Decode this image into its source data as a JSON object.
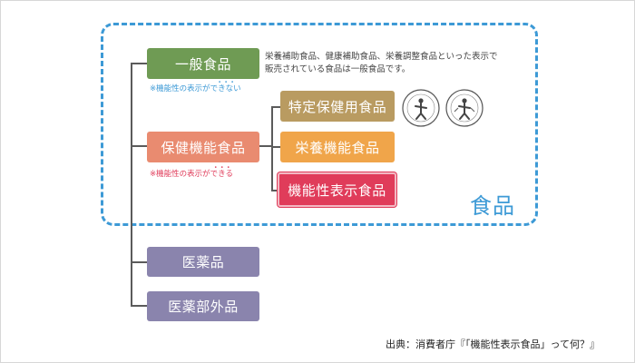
{
  "boxes": {
    "general": "一般食品",
    "health_function": "保健機能食品",
    "foshu": "特定保健用食品",
    "nutrient": "栄養機能食品",
    "function_claim": "機能性表示食品",
    "drug": "医薬品",
    "quasi_drug": "医薬部外品"
  },
  "notes": {
    "cannot_prefix": "※機能性の表示が",
    "cannot_dotted": "できない",
    "can_prefix": "※機能性の表示が",
    "can_dotted": "できる"
  },
  "description": "栄養補助食品、健康補助食品、栄養調整食品といった表示で販売されている食品は一般食品です。",
  "food_label": "食品",
  "source": "出典：消費者庁『「機能性表示食品」って何？』",
  "colors": {
    "general": "#6f9b54",
    "health_function": "#e98b70",
    "foshu": "#b99b61",
    "nutrient": "#f0a54a",
    "function_claim": "#e03c5a",
    "drug": "#8a84ad",
    "dashed_border": "#3d9ad6",
    "note_blue": "#3d9ad6",
    "note_red": "#e03c5a"
  },
  "icons": [
    "foshu-mark-icon",
    "conditional-foshu-mark-icon"
  ]
}
